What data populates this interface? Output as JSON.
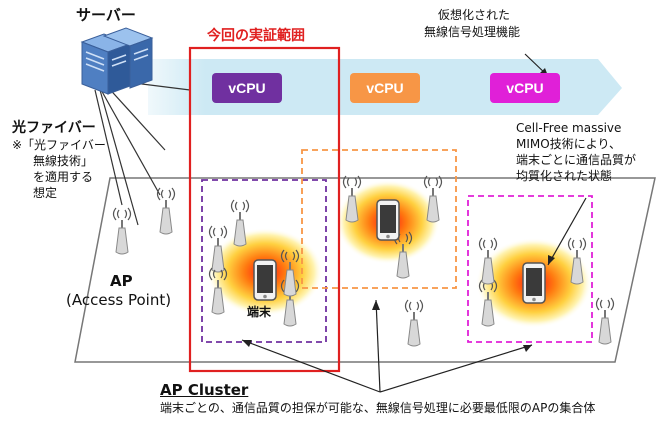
{
  "server": {
    "label": "サーバー",
    "icon": "server-icon"
  },
  "fiber": {
    "label": "光ファイバー",
    "note_lines": [
      "※「光ファイバー",
      "無線技術」",
      "を適用する",
      "想定"
    ]
  },
  "scope_label": "今回の実証範囲",
  "virtualized": {
    "lines": [
      "仮想化された",
      "無線信号処理機能"
    ]
  },
  "vcpus": [
    {
      "label": "vCPU",
      "color": "#7030a0"
    },
    {
      "label": "vCPU",
      "color": "#f79646"
    },
    {
      "label": "vCPU",
      "color": "#e020d8"
    }
  ],
  "cell_free": {
    "lines": [
      "Cell-Free massive",
      "MIMO技術により、",
      "端末ごとに通信品質が",
      "均質化された状態"
    ]
  },
  "ap": {
    "title": "AP",
    "subtitle": "(Access Point)"
  },
  "terminal_label": "端末",
  "cluster": {
    "title": "AP Cluster",
    "description": "端末ごとの、通信品質の担保が可能な、無線信号処理に必要最低限のAPの集合体"
  },
  "colors": {
    "scope_border": "#e02020",
    "cluster_purple": "#7030a0",
    "cluster_orange": "#f79646",
    "cluster_magenta": "#e020d8",
    "band": "#cde9f4"
  }
}
